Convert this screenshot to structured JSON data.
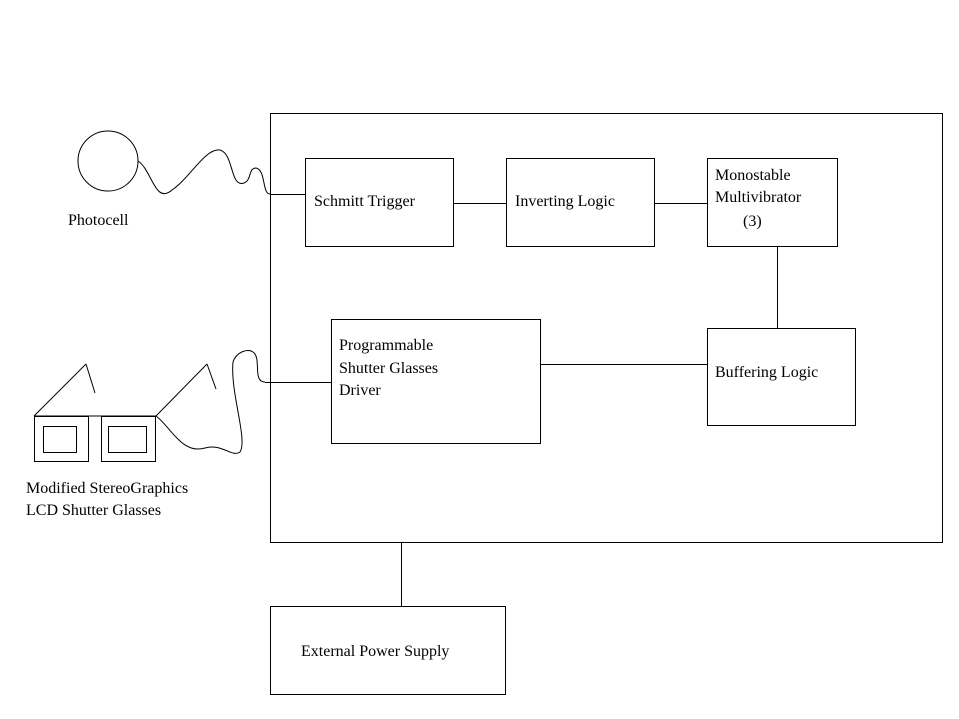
{
  "labels": {
    "photocell": "Photocell",
    "glasses_line1": "Modified StereoGraphics",
    "glasses_line2": "LCD Shutter Glasses",
    "schmitt": "Schmitt Trigger",
    "inverting": "Inverting Logic",
    "mono_line1": "Monostable",
    "mono_line2": "Multivibrator",
    "mono_line3": "(3)",
    "prog_line1": "Programmable",
    "prog_line2": "Shutter Glasses",
    "prog_line3": "Driver",
    "buffering": "Buffering Logic",
    "power": "External Power Supply"
  },
  "colors": {
    "stroke": "#000000",
    "background": "#ffffff"
  }
}
